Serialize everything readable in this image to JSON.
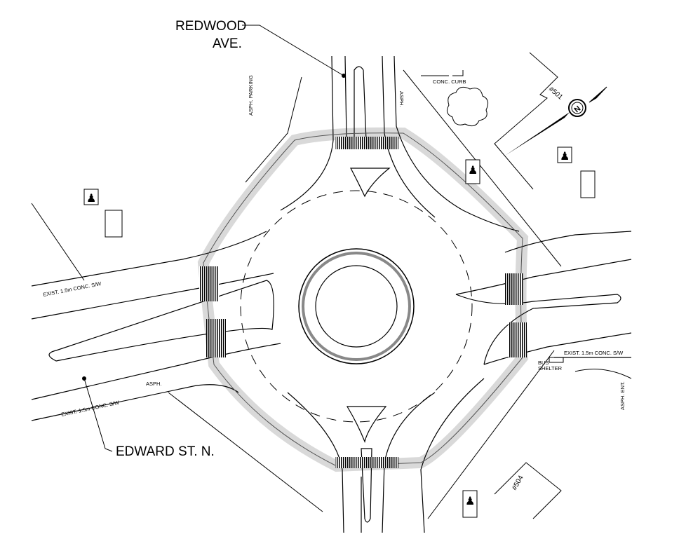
{
  "labels": {
    "street_north_line1": "REDWOOD",
    "street_north_line2": "AVE.",
    "street_west": "EDWARD ST. N.",
    "asph_parking": "ASPH. PARKING",
    "asph_north": "ASPH.",
    "conc_curb": "CONC. CURB",
    "lot_501": "#501",
    "lot_504": "#504",
    "sidewalk_west_top": "EXIST. 1.5m CONC. S/W",
    "sidewalk_west_bottom": "EXIST. 1.5m CONC. S/W",
    "sidewalk_east": "EXIST. 1.5m CONC. S/W",
    "asph_southwest": "ASPH.",
    "bus_shelter_line1": "BUS",
    "bus_shelter_line2": "SHELTER",
    "asph_ent": "ASPH. ENT."
  },
  "north_arrow": {
    "letter": "N"
  },
  "colors": {
    "line": "#000000",
    "fill_gray": "#bdbdbd",
    "sidewalk_dots": "#e6e6e6"
  }
}
